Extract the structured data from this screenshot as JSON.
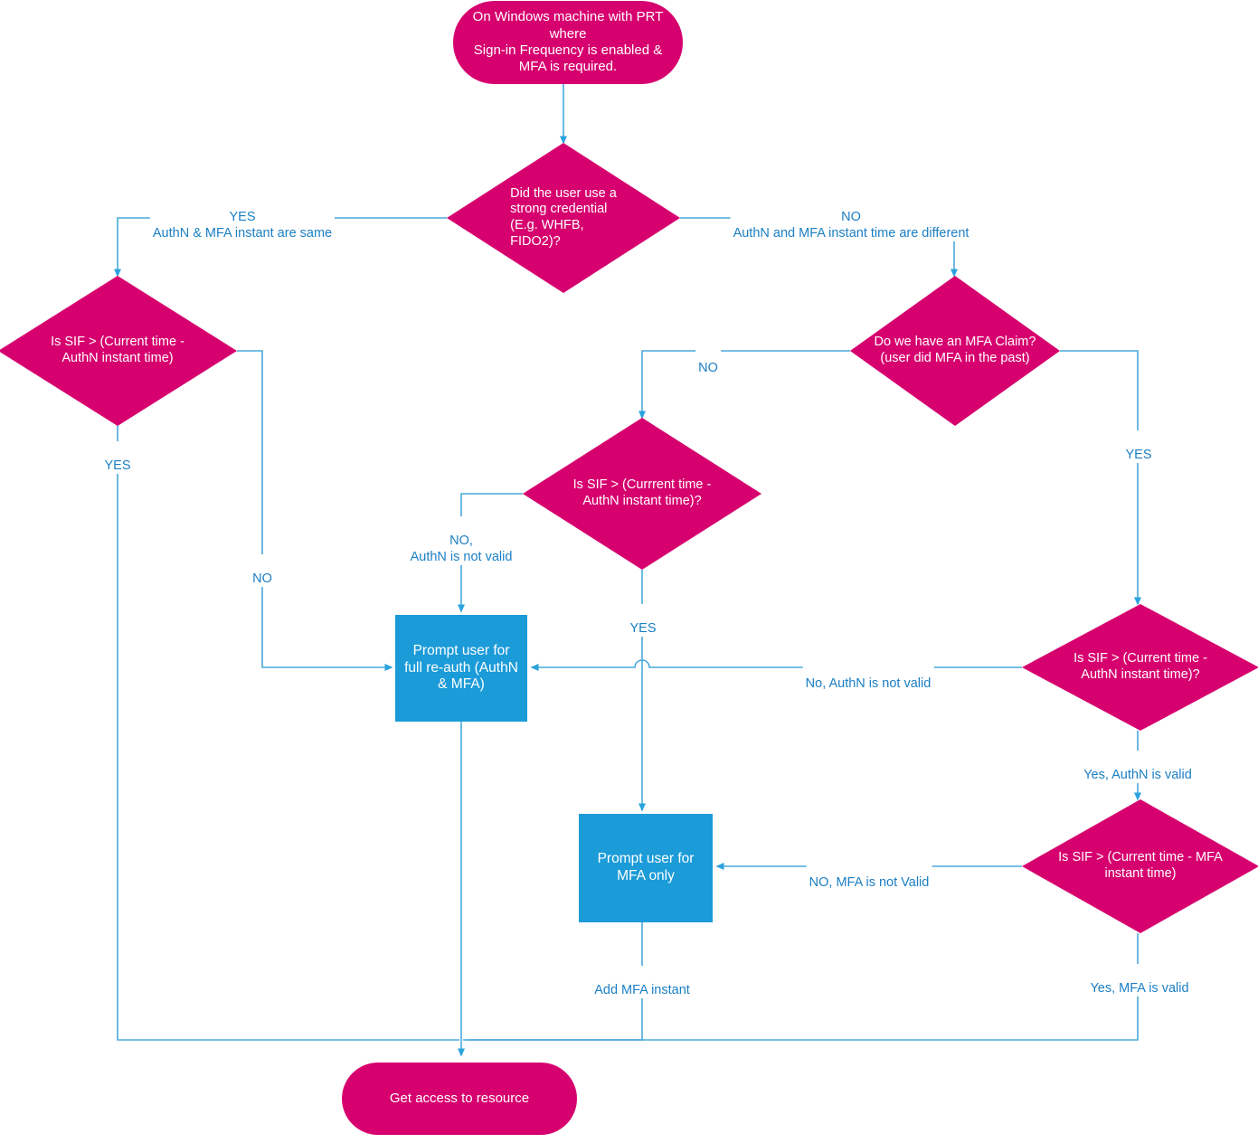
{
  "diagram": {
    "title": "Sign-in Frequency with MFA evaluation flow",
    "colors": {
      "terminator_fill": "#d6006e",
      "decision_fill": "#d6006e",
      "process_fill": "#1b9bd8",
      "edge_stroke": "#4aa8db",
      "label_text": "#1b7fc4",
      "node_text": "#ffffff",
      "background": "#ffffff"
    }
  },
  "nodes": {
    "start": {
      "type": "terminator",
      "text": "On Windows machine with PRT where\nSign-in Frequency is enabled &\nMFA is required."
    },
    "strong_credential": {
      "type": "decision",
      "text": "Did the user use a\nstrong credential\n(E.g. WHFB,\nFIDO2)?"
    },
    "sif_authn_left": {
      "type": "decision",
      "text": "Is SIF > (Current time -\nAuthN instant time)"
    },
    "mfa_claim": {
      "type": "decision",
      "text": "Do we have an MFA Claim?\n(user did MFA in the past)"
    },
    "sif_authn_middle": {
      "type": "decision",
      "text": "Is SIF > (Currrent time -\nAuthN instant time)?"
    },
    "sif_authn_right": {
      "type": "decision",
      "text": "Is SIF > (Current time -\nAuthN instant time)?"
    },
    "sif_mfa_right": {
      "type": "decision",
      "text": "Is SIF >  (Current time - MFA\ninstant time)"
    },
    "prompt_full_reauth": {
      "type": "process",
      "text": "Prompt user for\nfull re-auth (AuthN\n& MFA)"
    },
    "prompt_mfa_only": {
      "type": "process",
      "text": "Prompt user for\nMFA only"
    },
    "end": {
      "type": "terminator",
      "text": "Get access to resource"
    }
  },
  "edge_labels": {
    "yes_same": "YES\nAuthN & MFA instant are same",
    "no_different": "NO\nAuthN and MFA instant time are different",
    "left_yes": "YES",
    "left_no": "NO",
    "claim_no": "NO",
    "claim_yes": "YES",
    "middle_no_authn_not_valid": "NO,\nAuthN is not valid",
    "middle_yes": "YES",
    "right_no_authn_not_valid": "No, AuthN is not valid",
    "right_yes_authn_valid": "Yes, AuthN is valid",
    "right_no_mfa_not_valid": "NO, MFA is not Valid",
    "right_yes_mfa_valid": "Yes, MFA is valid",
    "add_mfa_instant": "Add MFA instant"
  }
}
